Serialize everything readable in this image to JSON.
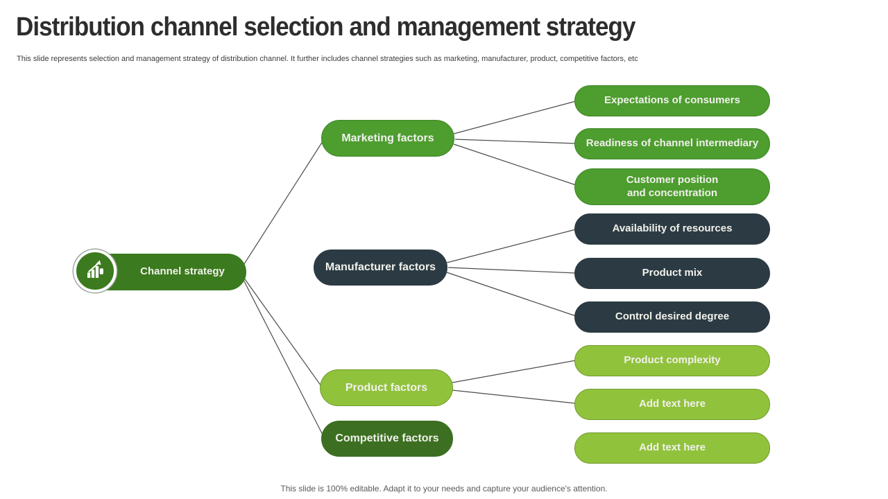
{
  "slide": {
    "title": "Distribution channel selection and management strategy",
    "subtitle": "This slide represents selection and management  strategy of distribution channel. It  further includes channel strategies such as marketing,  manufacturer, product, competitive factors, etc",
    "footer": "This slide is 100% editable.  Adapt it to your needs and capture your audience's attention."
  },
  "root": {
    "label": "Channel strategy",
    "icon": "growth-chart-icon"
  },
  "branches": [
    {
      "label": "Marketing factors",
      "children": [
        "Expectations of consumers",
        "Readiness of channel intermediary",
        "Customer position\nand concentration"
      ]
    },
    {
      "label": "Manufacturer factors",
      "children": [
        "Availability of resources",
        "Product mix",
        "Control desired degree"
      ]
    },
    {
      "label": "Product factors",
      "children": [
        "Product complexity",
        "Add text here"
      ]
    },
    {
      "label": "Competitive factors",
      "children": [
        "Add text here"
      ]
    }
  ],
  "colors": {
    "green-dark": "#3B7A1E",
    "green-deep": "#3C6F21",
    "green-mid": "#4D9D2F",
    "green-light": "#91C23C",
    "slate-dark": "#2C3B43",
    "line": "#4B4B4B",
    "text-light": "#F1F1EC",
    "title": "#2D2D2D"
  }
}
